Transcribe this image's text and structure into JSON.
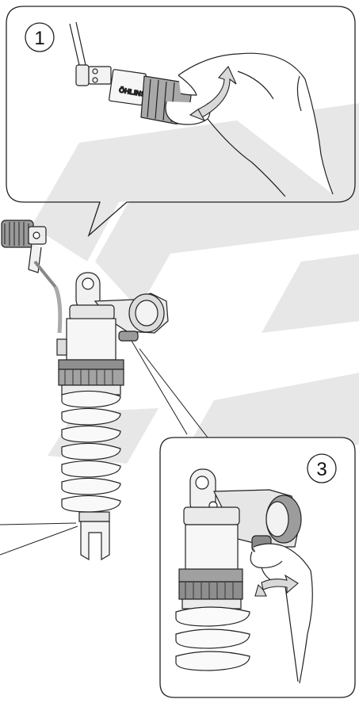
{
  "callouts": [
    {
      "step": "1"
    },
    {
      "step": "3"
    }
  ],
  "brand_label": "ÖHLINS",
  "colors": {
    "watermark": "#e6e6e6",
    "line": "#222222",
    "metal_light": "#e9e9e9",
    "metal_mid": "#cfcfcf",
    "knob_dark": "#8a8a8a",
    "arrow_fill": "#d9d9d9"
  }
}
